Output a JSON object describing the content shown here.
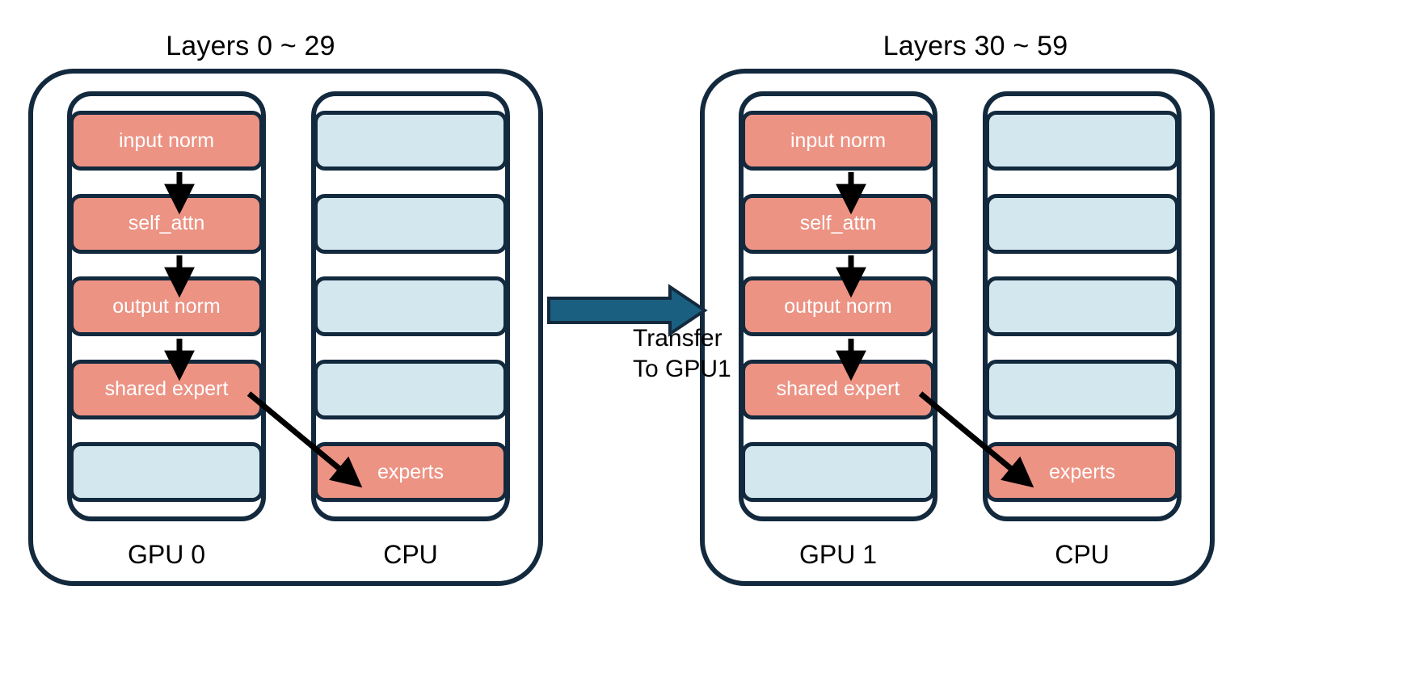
{
  "figure": {
    "background": "#ffffff",
    "colors": {
      "outline": "#13293d",
      "active_block": "#ec9384",
      "idle_block": "#d3e8ee",
      "block_text": "#ffffff",
      "transfer_arrow": "#1b5f80",
      "flow_arrow": "#000000",
      "label_text": "#000000"
    }
  },
  "panels": [
    {
      "title": "Layers 0 ~ 29",
      "columns": [
        {
          "label": "GPU 0",
          "blocks": [
            {
              "label": "input norm",
              "state": "active"
            },
            {
              "label": "self_attn",
              "state": "active"
            },
            {
              "label": "output norm",
              "state": "active"
            },
            {
              "label": "shared expert",
              "state": "active"
            },
            {
              "label": "",
              "state": "idle"
            }
          ]
        },
        {
          "label": "CPU",
          "blocks": [
            {
              "label": "",
              "state": "idle"
            },
            {
              "label": "",
              "state": "idle"
            },
            {
              "label": "",
              "state": "idle"
            },
            {
              "label": "",
              "state": "idle"
            },
            {
              "label": "experts",
              "state": "active"
            }
          ]
        }
      ]
    },
    {
      "title": "Layers 30 ~ 59",
      "columns": [
        {
          "label": "GPU 1",
          "blocks": [
            {
              "label": "input norm",
              "state": "active"
            },
            {
              "label": "self_attn",
              "state": "active"
            },
            {
              "label": "output norm",
              "state": "active"
            },
            {
              "label": "shared expert",
              "state": "active"
            },
            {
              "label": "",
              "state": "idle"
            }
          ]
        },
        {
          "label": "CPU",
          "blocks": [
            {
              "label": "",
              "state": "idle"
            },
            {
              "label": "",
              "state": "idle"
            },
            {
              "label": "",
              "state": "idle"
            },
            {
              "label": "",
              "state": "idle"
            },
            {
              "label": "experts",
              "state": "active"
            }
          ]
        }
      ]
    }
  ],
  "transfer": {
    "label_line1": "Transfer",
    "label_line2": "To GPU1"
  }
}
